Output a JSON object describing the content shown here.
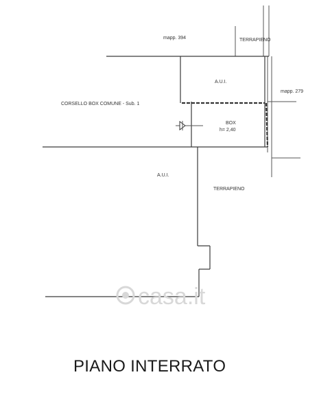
{
  "labels": {
    "mapp_394": "mapp. 394",
    "terrapieno_top": "TERRAPIENO",
    "aui_top": "A.U.I.",
    "mapp_279": "mapp. 279",
    "corsello": "CORSELLO BOX COMUNE - Sub. 1",
    "box": "BOX",
    "box_height": "h= 2,40",
    "aui_bottom": "A.U.I.",
    "terrapieno_bottom": "TERRAPIENO"
  },
  "title": "PIANO INTERRATO",
  "watermark": "casa.it",
  "colors": {
    "line": "#3a3a3a",
    "text": "#333333",
    "watermark": "#d8d8d8"
  },
  "icons": {
    "entrance": "entrance-arrow-icon",
    "watermark_logo": "watermark-logo-icon"
  }
}
